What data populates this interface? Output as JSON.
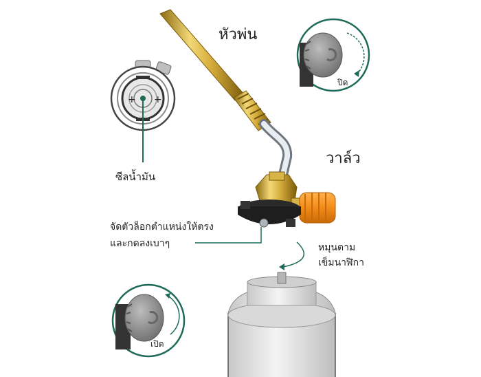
{
  "labels": {
    "nozzle": "หัวพ่น",
    "valve": "วาล์ว",
    "oil_seal": "ซีลน้ำมัน",
    "align_line1": "จัดตัวล็อกตำแหน่งให้ตรง",
    "align_line2": "และกดลงเบาๆ",
    "turn_line1": "หมุนตาม",
    "turn_line2": "เข็มนาฬิกา",
    "close": "ปิด",
    "open": "เปิด"
  },
  "colors": {
    "accent_teal": "#1f6b5a",
    "brass": "#c9a233",
    "knob_orange": "#f28c1a",
    "dark_base": "#2a2a2a",
    "knob_gray": "#8f8f8f"
  }
}
